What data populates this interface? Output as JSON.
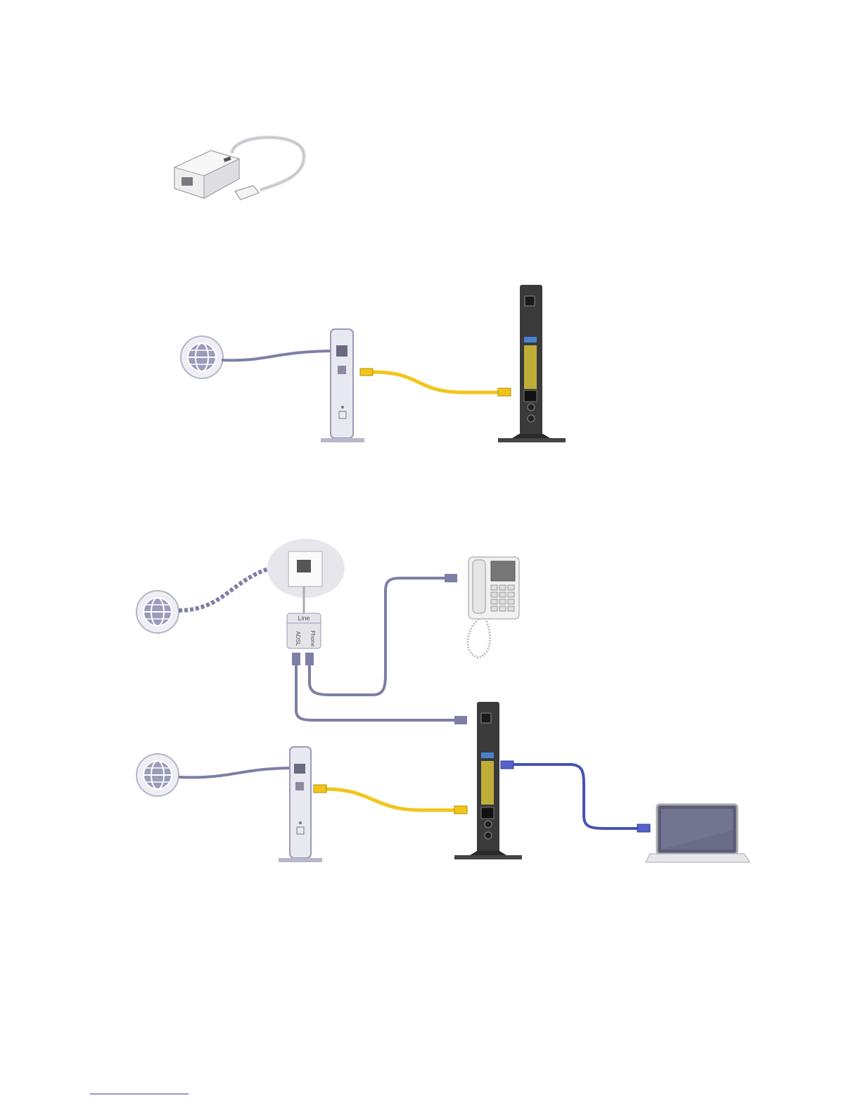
{
  "splitter_figure": {
    "title": ""
  },
  "adsl_figure": {
    "splitter_port_line": "Line",
    "splitter_port_adsl": "ADSL",
    "splitter_port_phone": "Phone"
  },
  "colors": {
    "internet_cable": "#7d7fa6",
    "ethernet_yellow": "#f2c51b",
    "ethernet_blue": "#4553b8",
    "router_body": "#3a3a3a",
    "modem_body": "#e6e6ee",
    "footer_rule": "#2d3f9f"
  },
  "icons": [
    "globe-icon",
    "dsl-splitter-icon",
    "modem-icon",
    "router-icon",
    "telephone-icon",
    "laptop-icon",
    "wall-jack-icon"
  ]
}
